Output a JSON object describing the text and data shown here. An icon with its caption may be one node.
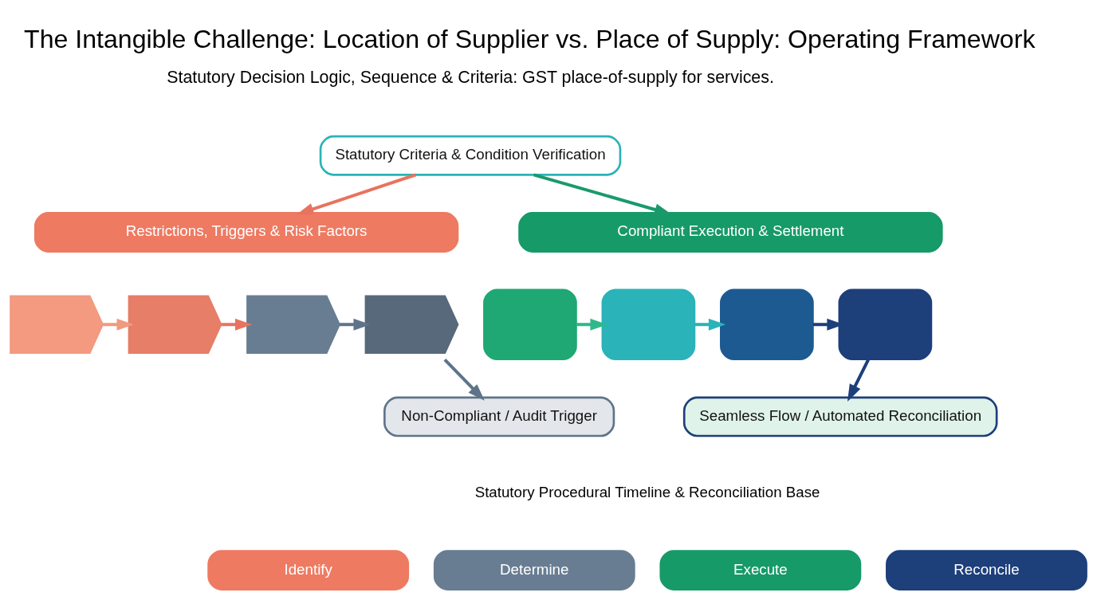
{
  "diagram": {
    "title": "The Intangible Challenge: Location of Supplier vs. Place of Supply: Operating Framework",
    "nodes": [
      {
        "text": [
          "Statutory Criteria & Condition Verification"
        ]
      },
      {
        "text": [
          "Restrictions, Triggers & Risk Factors"
        ]
      },
      {
        "text": [],
        "shape": "chevron"
      },
      {
        "text": [],
        "shape": "chevron"
      },
      {
        "text": [],
        "shape": "chevron"
      },
      {
        "text": [],
        "shape": "chevron"
      },
      {
        "text": [
          "Compliant Execution & Settlement"
        ]
      },
      {
        "text": [],
        "shape": "box"
      },
      {
        "text": [],
        "shape": "box"
      },
      {
        "text": [],
        "shape": "box"
      },
      {
        "text": [],
        "shape": "box"
      },
      {
        "text": [
          "Non-Compliant / Audit Trigger"
        ]
      },
      {
        "text": [
          "Seamless Flow / Automated Reconciliation"
        ]
      },
      {
        "text": [
          "Identify"
        ]
      },
      {
        "text": [
          "Determine"
        ]
      },
      {
        "text": [
          "Execute"
        ]
      },
      {
        "text": [
          "Reconcile"
        ]
      }
    ],
    "edges": [
      {
        "from": 0,
        "to": 1,
        "arrow": "to",
        "color": "#e8735f"
      },
      {
        "from": 0,
        "to": 6,
        "arrow": "to",
        "color": "#1a9a6c"
      },
      {
        "from": 2,
        "to": 3,
        "arrow": "to",
        "color": "#f09a80"
      },
      {
        "from": 3,
        "to": 4,
        "arrow": "to",
        "color": "#e8735f"
      },
      {
        "from": 4,
        "to": 5,
        "arrow": "to",
        "color": "#5f7489"
      },
      {
        "from": 5,
        "to": 11,
        "arrow": "to",
        "color": "#5f7489"
      },
      {
        "from": 7,
        "to": 8,
        "arrow": "to",
        "color": "#2fb88a"
      },
      {
        "from": 8,
        "to": 9,
        "arrow": "to",
        "color": "#2ab3b8"
      },
      {
        "from": 9,
        "to": 10,
        "arrow": "to",
        "color": "#1d3f7a"
      },
      {
        "from": 10,
        "to": 12,
        "arrow": "to",
        "color": "#1d3f7a"
      }
    ],
    "labels": [
      "Statutory Decision Logic, Sequence & Criteria: GST place-of-supply for services.",
      "Statutory Procedural Timeline & Reconciliation Base"
    ]
  }
}
